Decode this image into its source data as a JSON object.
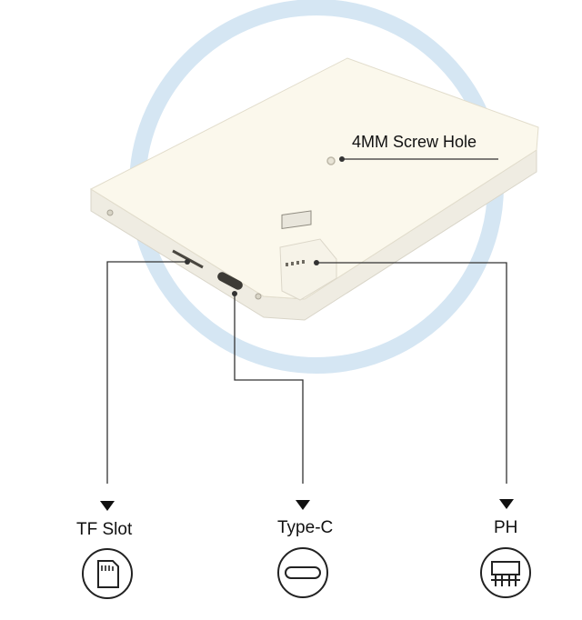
{
  "callouts": {
    "screw_hole": "4MM Screw Hole"
  },
  "ports": [
    {
      "label": "TF Slot",
      "icon": "tf-card-icon"
    },
    {
      "label": "Type-C",
      "icon": "usb-c-icon"
    },
    {
      "label": "PH",
      "icon": "ph-connector-icon"
    }
  ],
  "colors": {
    "ring": "#d5e6f3",
    "device_top": "#fbf8ec",
    "device_side": "#efece2",
    "line": "#333333"
  }
}
